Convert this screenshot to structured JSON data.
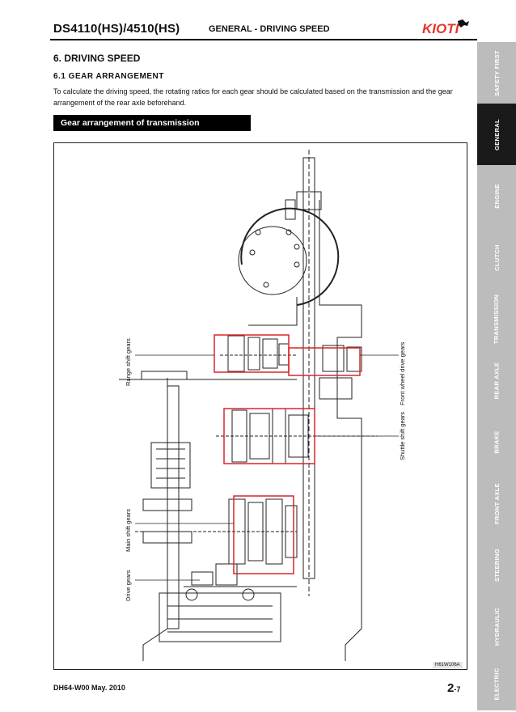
{
  "header": {
    "model": "DS4110(HS)/4510(HS)",
    "section": "GENERAL - DRIVING SPEED",
    "logo_text": "KIOTI",
    "logo_color": "#e8332a"
  },
  "sidebar": {
    "tabs": [
      {
        "label": "SAFETY FIRST",
        "active": false
      },
      {
        "label": "GENERAL",
        "active": true
      },
      {
        "label": "ENGINE",
        "active": false
      },
      {
        "label": "CLUTCH",
        "active": false
      },
      {
        "label": "TRANSMISSION",
        "active": false
      },
      {
        "label": "REAR AXLE",
        "active": false
      },
      {
        "label": "BRAKE",
        "active": false
      },
      {
        "label": "FRONT AXLE",
        "active": false
      },
      {
        "label": "STEERING",
        "active": false
      },
      {
        "label": "HYDRAULIC",
        "active": false
      },
      {
        "label": "ELECTRIC",
        "active": false
      }
    ]
  },
  "content": {
    "heading": "6. DRIVING SPEED",
    "subheading": "6.1   GEAR ARRANGEMENT",
    "paragraph": "To calculate the driving speed, the rotating ratios for each gear should be calculated based on the transmission and the gear arrangement of the rear axle beforehand.",
    "banner": "Gear arrangement of transmission"
  },
  "figure": {
    "labels": {
      "range": "Range shift gears",
      "main": "Main shift gears",
      "drive": "Drive gears",
      "front": "Front wheel drive gears",
      "shuttle": "Shuttle shift gears"
    },
    "code": "H61W106A",
    "highlight_color": "#d9262c"
  },
  "footer": {
    "doc": "DH64-W00  May. 2010",
    "page_major": "2",
    "page_minor": "-7"
  }
}
